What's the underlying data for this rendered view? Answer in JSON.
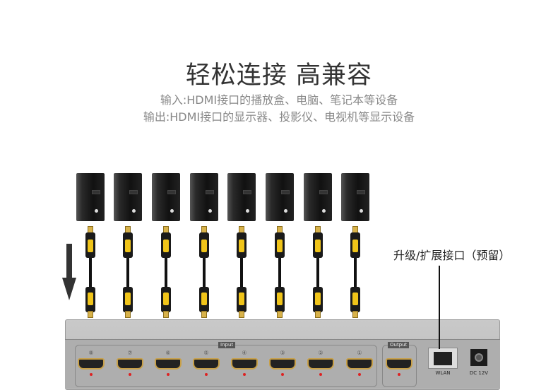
{
  "title": "轻松连接 高兼容",
  "subtitle_input": "输入:HDMI接口的播放盒、电脑、笔记本等设备",
  "subtitle_output": "输出:HDMI接口的显示器、投影仪、电视机等显示设备",
  "callout": "升级/扩展接口（预留）",
  "device": {
    "input_label": "Input",
    "output_label": "Output",
    "input_ports": [
      "⑧",
      "⑦",
      "⑥",
      "⑤",
      "④",
      "③",
      "②",
      "①"
    ],
    "wlan_label": "WLAN",
    "dc_label": "DC 12V"
  },
  "colors": {
    "hdmi_gold": "#c8a048",
    "cable_yellow": "#f0c419",
    "led": "#dd2222"
  }
}
